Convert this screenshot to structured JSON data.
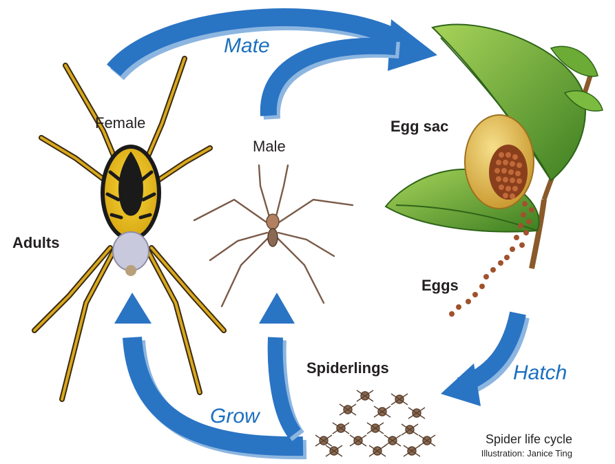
{
  "labels": {
    "female": "Female",
    "male": "Male",
    "adults": "Adults",
    "egg_sac": "Egg sac",
    "eggs": "Eggs",
    "spiderlings": "Spiderlings"
  },
  "stages": {
    "mate": "Mate",
    "hatch": "Hatch",
    "grow": "Grow"
  },
  "caption": {
    "title": "Spider life cycle",
    "credit": "Illustration: Janice Ting"
  },
  "colors": {
    "arrow": "#2a74c4",
    "arrow_shadow": "#8cb6e0",
    "stage_text": "#1b6fbf",
    "female_body": "#f2c81c",
    "female_abdomen_dark": "#1a1a1a",
    "leg_yellow": "#d9a81e",
    "male_body": "#8a6a55",
    "leaf": "#6cab35",
    "egg_sac": "#e8c25a",
    "eggs": "#a0522d"
  }
}
